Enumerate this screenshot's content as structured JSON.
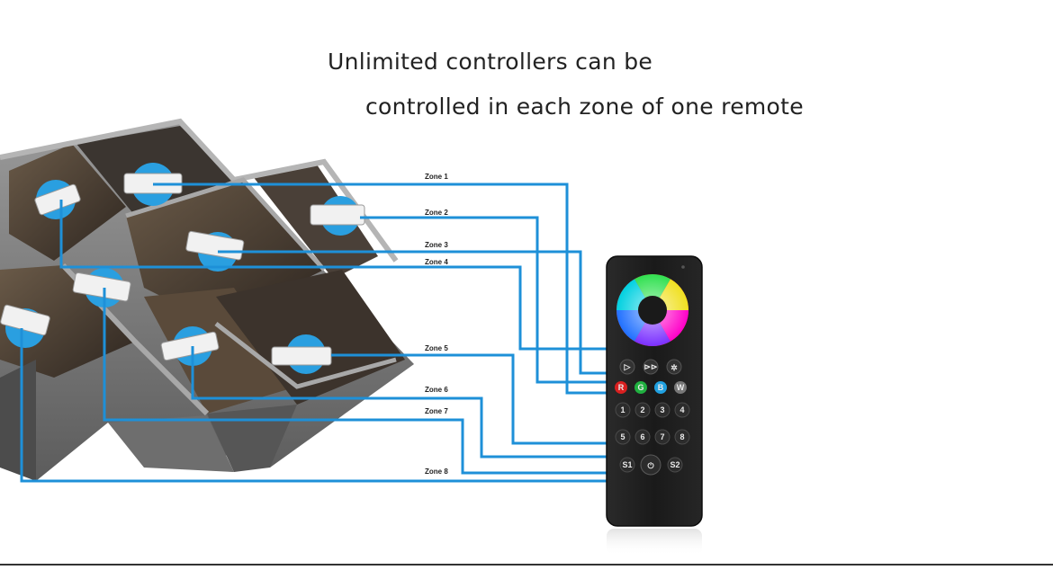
{
  "headline": {
    "line1": "Unlimited controllers can be",
    "line2": "controlled in each zone of one remote"
  },
  "zones": [
    "Zone 1",
    "Zone 2",
    "Zone 3",
    "Zone 4",
    "Zone 5",
    "Zone 6",
    "Zone 7",
    "Zone 8"
  ],
  "remote": {
    "buttons_row1": [
      "▷",
      "⊳⊳",
      "✲"
    ],
    "buttons_row2": [
      "R",
      "G",
      "B",
      "W"
    ],
    "buttons_row3": [
      "1",
      "2",
      "3",
      "4"
    ],
    "buttons_row4": [
      "5",
      "6",
      "7",
      "8"
    ],
    "buttons_row5": [
      "S1",
      "⏻",
      "S2"
    ]
  },
  "colors": {
    "wire": "#1e90d8",
    "remote_body": "#1c1c1c",
    "badge": "#2a9fe0"
  }
}
